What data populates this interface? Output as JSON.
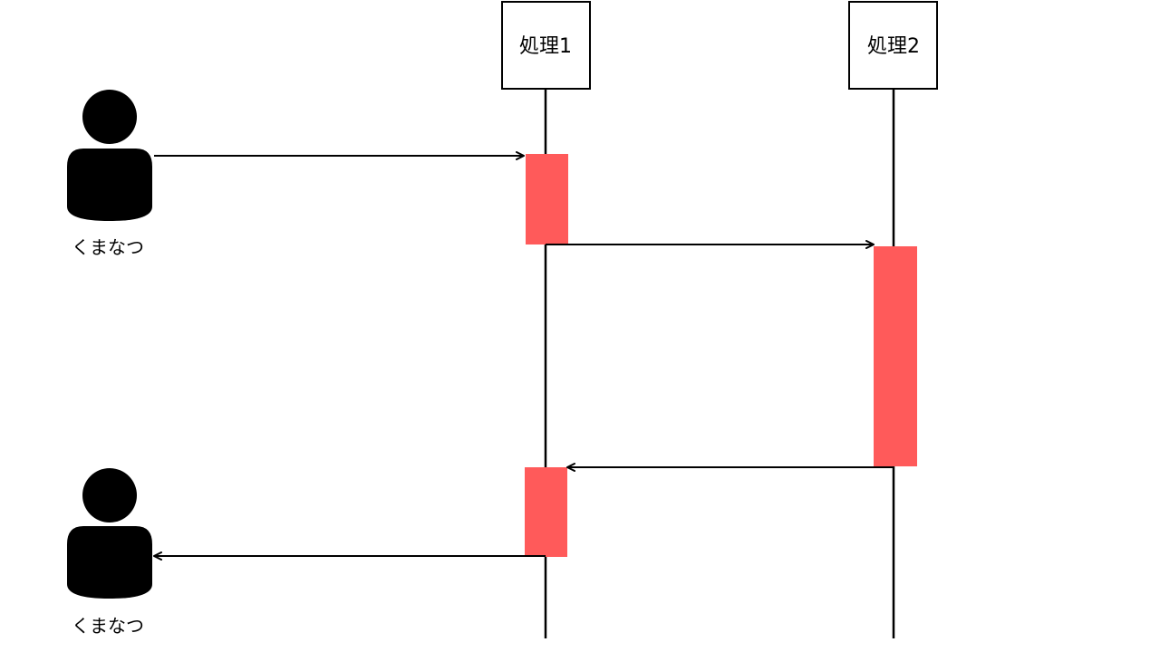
{
  "diagram": {
    "type": "sequence",
    "colors": {
      "line": "#000000",
      "activation": "#ff5a5a",
      "box_fill": "#ffffff",
      "actor": "#000000"
    },
    "actors": [
      {
        "id": "user_top",
        "label": "くまなつ",
        "icon": "person-icon"
      },
      {
        "id": "user_bottom",
        "label": "くまなつ",
        "icon": "person-icon"
      }
    ],
    "participants": [
      {
        "id": "p1",
        "label": "処理1"
      },
      {
        "id": "p2",
        "label": "処理2"
      }
    ],
    "messages": [
      {
        "from": "user_top",
        "to": "p1"
      },
      {
        "from": "p1",
        "to": "p2"
      },
      {
        "from": "p2",
        "to": "p1"
      },
      {
        "from": "p1",
        "to": "user_bottom"
      }
    ]
  }
}
